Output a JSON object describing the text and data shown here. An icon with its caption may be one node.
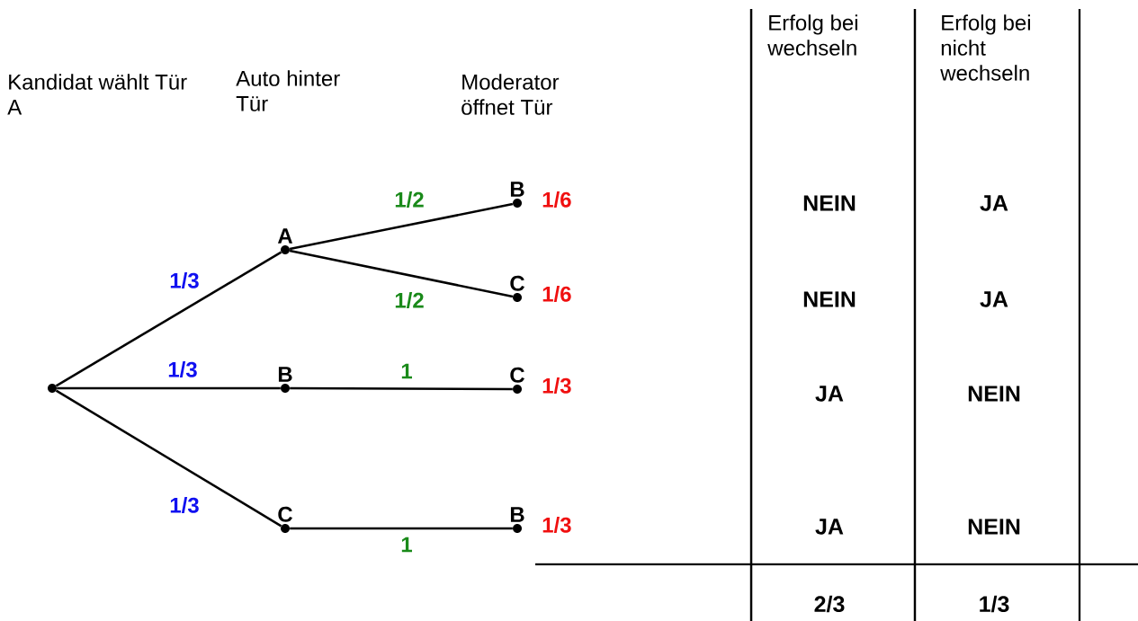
{
  "diagram": {
    "nodes": [
      {
        "text": [],
        "shape": "circle"
      },
      {
        "text": [
          "A"
        ]
      },
      {
        "text": [
          "B"
        ]
      },
      {
        "text": [
          "C"
        ]
      },
      {
        "text": [
          "B"
        ],
        "beside": [
          "1/6"
        ]
      },
      {
        "text": [
          "C"
        ],
        "beside": [
          "1/6"
        ]
      },
      {
        "text": [
          "C"
        ],
        "beside": [
          "1/3"
        ]
      },
      {
        "text": [
          "B"
        ],
        "beside": [
          "1/3"
        ]
      }
    ],
    "edges": [
      {
        "from": 0,
        "to": 1,
        "arrow": "none",
        "label": "1/3"
      },
      {
        "from": 0,
        "to": 2,
        "arrow": "none",
        "label": "1/3"
      },
      {
        "from": 0,
        "to": 3,
        "arrow": "none",
        "label": "1/3"
      },
      {
        "from": 1,
        "to": 4,
        "arrow": "none",
        "label": "1/2"
      },
      {
        "from": 1,
        "to": 5,
        "arrow": "none",
        "label": "1/2"
      },
      {
        "from": 2,
        "to": 6,
        "arrow": "none",
        "label": "1"
      },
      {
        "from": 3,
        "to": 7,
        "arrow": "none",
        "label": "1"
      }
    ],
    "labels": [
      "Kandidat wählt Tür A",
      "Auto hinter Tür",
      "Moderator öffnet Tür",
      "Erfolg bei wechseln",
      "Erfolg bei nicht wechseln",
      "NEIN",
      "JA",
      "NEIN",
      "JA",
      "JA",
      "NEIN",
      "JA",
      "NEIN",
      "2/3",
      "1/3"
    ]
  }
}
